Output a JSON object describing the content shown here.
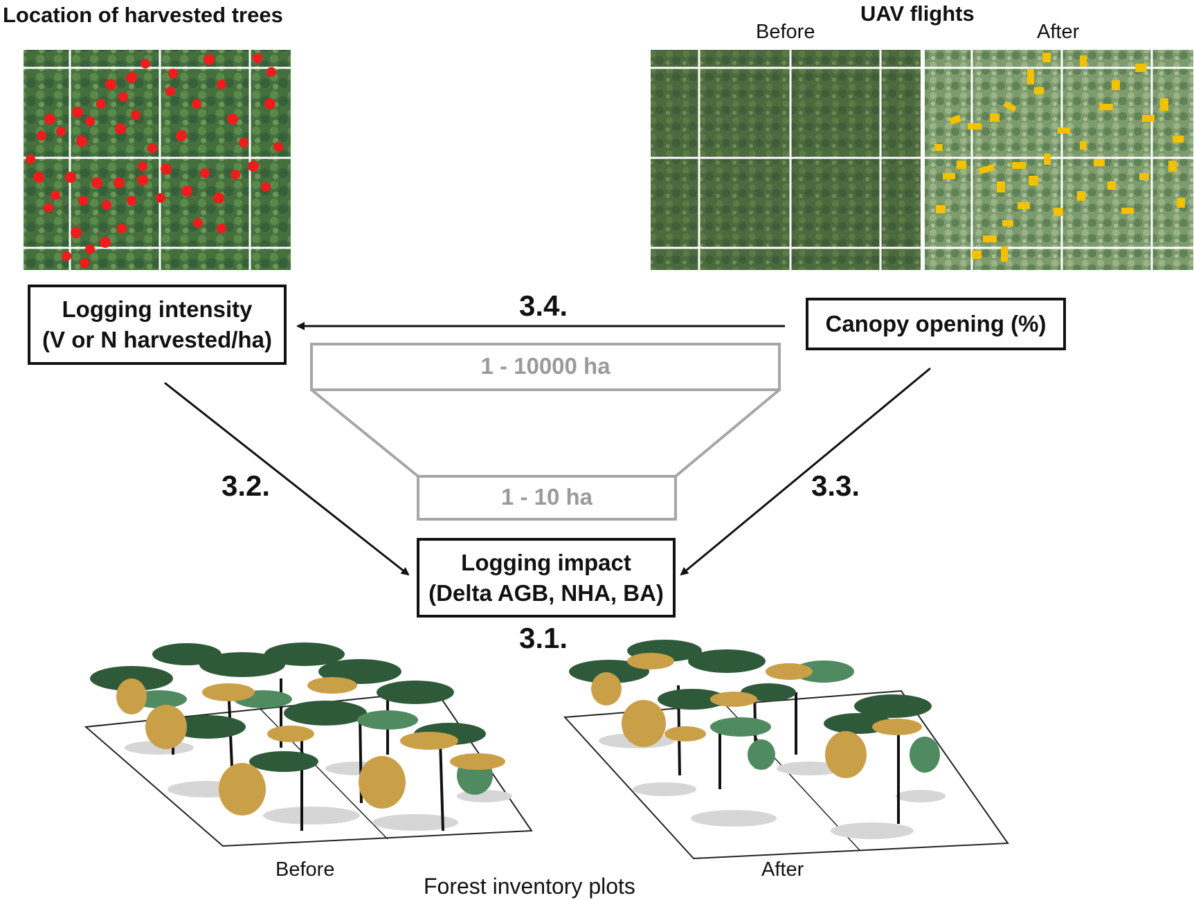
{
  "panels": {
    "harvested": {
      "title": "Location of harvested trees"
    },
    "uav": {
      "title": "UAV flights",
      "before": "Before",
      "after": "After"
    }
  },
  "boxes": {
    "intensity": {
      "line1": "Logging intensity",
      "line2": "(V or N harvested/ha)"
    },
    "canopy": {
      "line1": "Canopy opening (%)"
    },
    "impact": {
      "line1": "Logging impact",
      "line2": "(Delta AGB, NHA, BA)"
    }
  },
  "steps": {
    "s31": "3.1.",
    "s32": "3.2.",
    "s33": "3.3.",
    "s34": "3.4."
  },
  "scales": {
    "large": "1 - 10000 ha",
    "small": "1 - 10 ha"
  },
  "inventory": {
    "title": "Forest inventory plots",
    "before": "Before",
    "after": "After"
  },
  "colors": {
    "forest_dark": "#3f6a3c",
    "forest_mid": "#4e7d45",
    "uav_before": "#4a6a3c",
    "uav_after": "#7c9a6c",
    "harvest_marker": "#ee1c1c",
    "opening_marker": "#f2c200",
    "tree_dark": "#2f5a3a",
    "tree_gold": "#c9a047",
    "tree_mid": "#4f8a60",
    "scale_gray": "#a6a6a6"
  }
}
